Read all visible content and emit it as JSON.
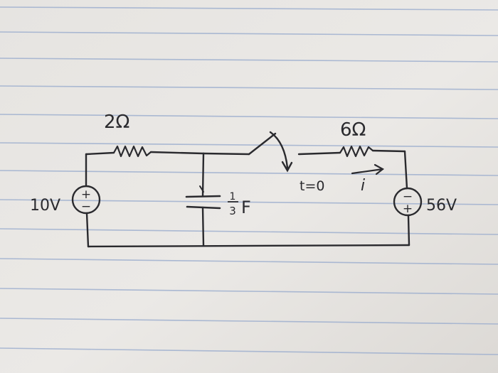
{
  "circuit": {
    "left_resistor": {
      "label": "2Ω"
    },
    "right_resistor": {
      "label": "6Ω"
    },
    "left_source": {
      "label": "10V",
      "polarity": "+ top, − bottom",
      "top_sign": "+",
      "bottom_sign": "−"
    },
    "right_source": {
      "label": "56V",
      "polarity": "− top, + bottom",
      "top_sign": "−",
      "bottom_sign": "+"
    },
    "capacitor": {
      "label_num": "1",
      "label_den": "3",
      "label_unit": "F"
    },
    "switch": {
      "label": "t=0"
    },
    "current": {
      "label": "i"
    }
  },
  "colors": {
    "paper": "#e8e6e3",
    "rule_line": "#9fb0cf",
    "ink": "#2a2a2e"
  }
}
